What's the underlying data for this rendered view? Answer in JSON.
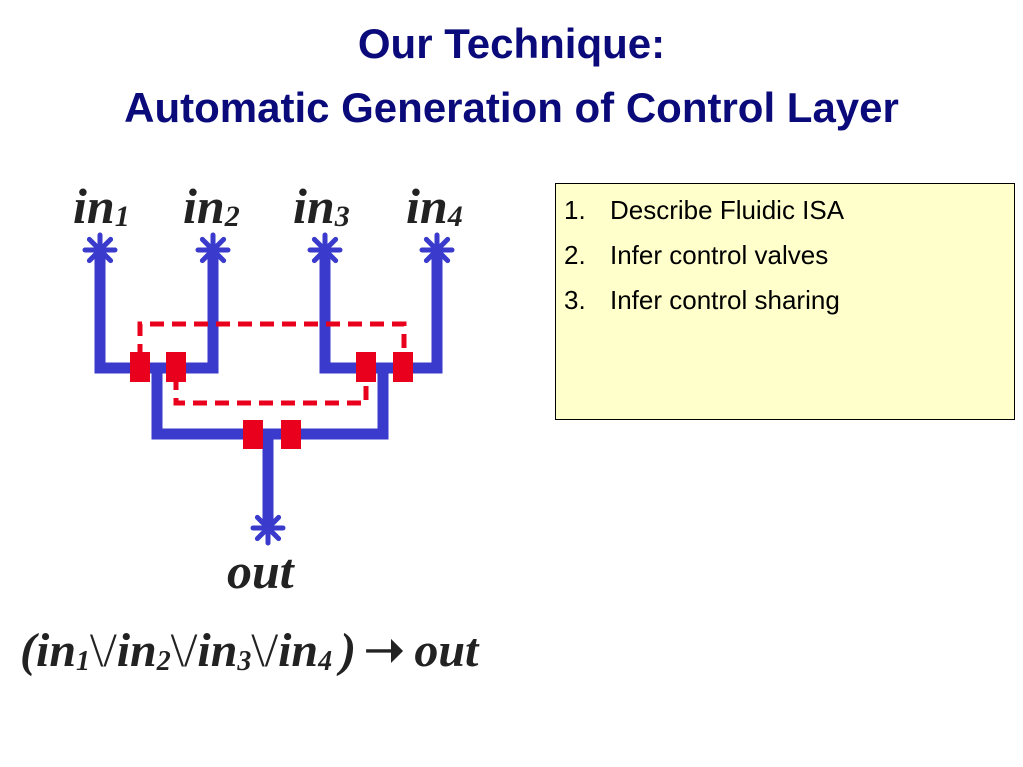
{
  "title": {
    "line1": "Our Technique:",
    "line2": "Automatic Generation of Control Layer"
  },
  "steps": [
    {
      "num": "1.",
      "text": "Describe Fluidic ISA"
    },
    {
      "num": "2.",
      "text": "Infer control valves"
    },
    {
      "num": "3.",
      "text": "Infer control sharing"
    }
  ],
  "diagram": {
    "inputs": [
      {
        "base": "in",
        "sub": "1"
      },
      {
        "base": "in",
        "sub": "2"
      },
      {
        "base": "in",
        "sub": "3"
      },
      {
        "base": "in",
        "sub": "4"
      }
    ],
    "output": "out",
    "flow_color": "#3a3acc",
    "control_color": "#e8001c"
  },
  "formula": {
    "open_paren": "(",
    "terms": [
      {
        "base": "in",
        "sub": "1"
      },
      {
        "base": "in",
        "sub": "2"
      },
      {
        "base": "in",
        "sub": "3"
      },
      {
        "base": "in",
        "sub": "4"
      }
    ],
    "operator": "\\/",
    "close_paren": ")",
    "arrow": "➝",
    "result": "out"
  }
}
